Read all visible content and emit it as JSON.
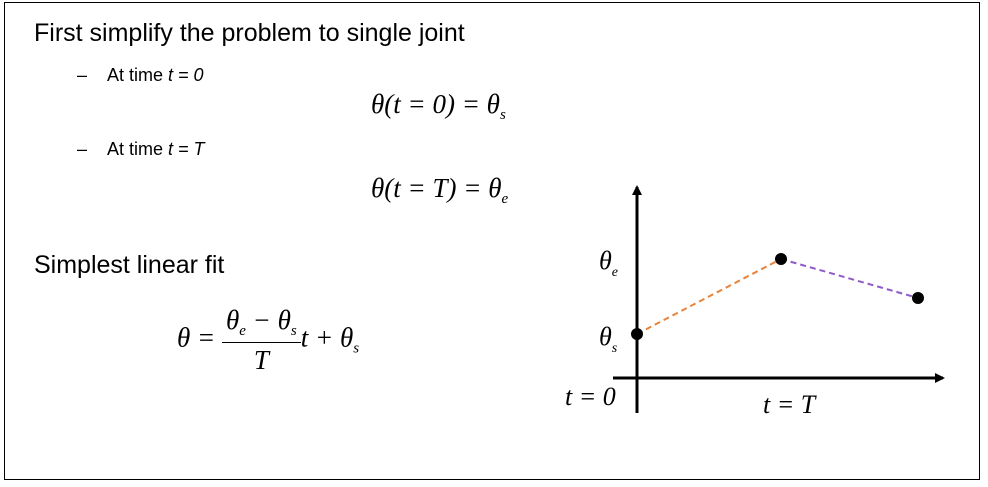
{
  "heading": "First simplify the problem to single joint",
  "bullets": [
    {
      "prefix": "At time ",
      "condition": "t = 0"
    },
    {
      "prefix": "At time ",
      "condition": "t = T"
    }
  ],
  "equations": {
    "eq1": {
      "lhs": "θ(t = 0) = θ",
      "sub": "s"
    },
    "eq2": {
      "lhs": "θ(t = T) = θ",
      "sub": "e"
    },
    "linear_fit": {
      "lhs": "θ =",
      "num_a": "θ",
      "num_a_sub": "e",
      "minus": " − ",
      "num_b": "θ",
      "num_b_sub": "s",
      "den": "T",
      "tail": "t + θ",
      "tail_sub": "s"
    }
  },
  "subheading": "Simplest linear fit",
  "graph": {
    "label_theta_e": "θ",
    "label_theta_e_sub": "e",
    "label_theta_s": "θ",
    "label_theta_s_sub": "s",
    "label_t0": "t = 0",
    "label_tT": "t = T",
    "segment_colors": {
      "first": "#e8833a",
      "second": "#8e5bc8"
    }
  }
}
